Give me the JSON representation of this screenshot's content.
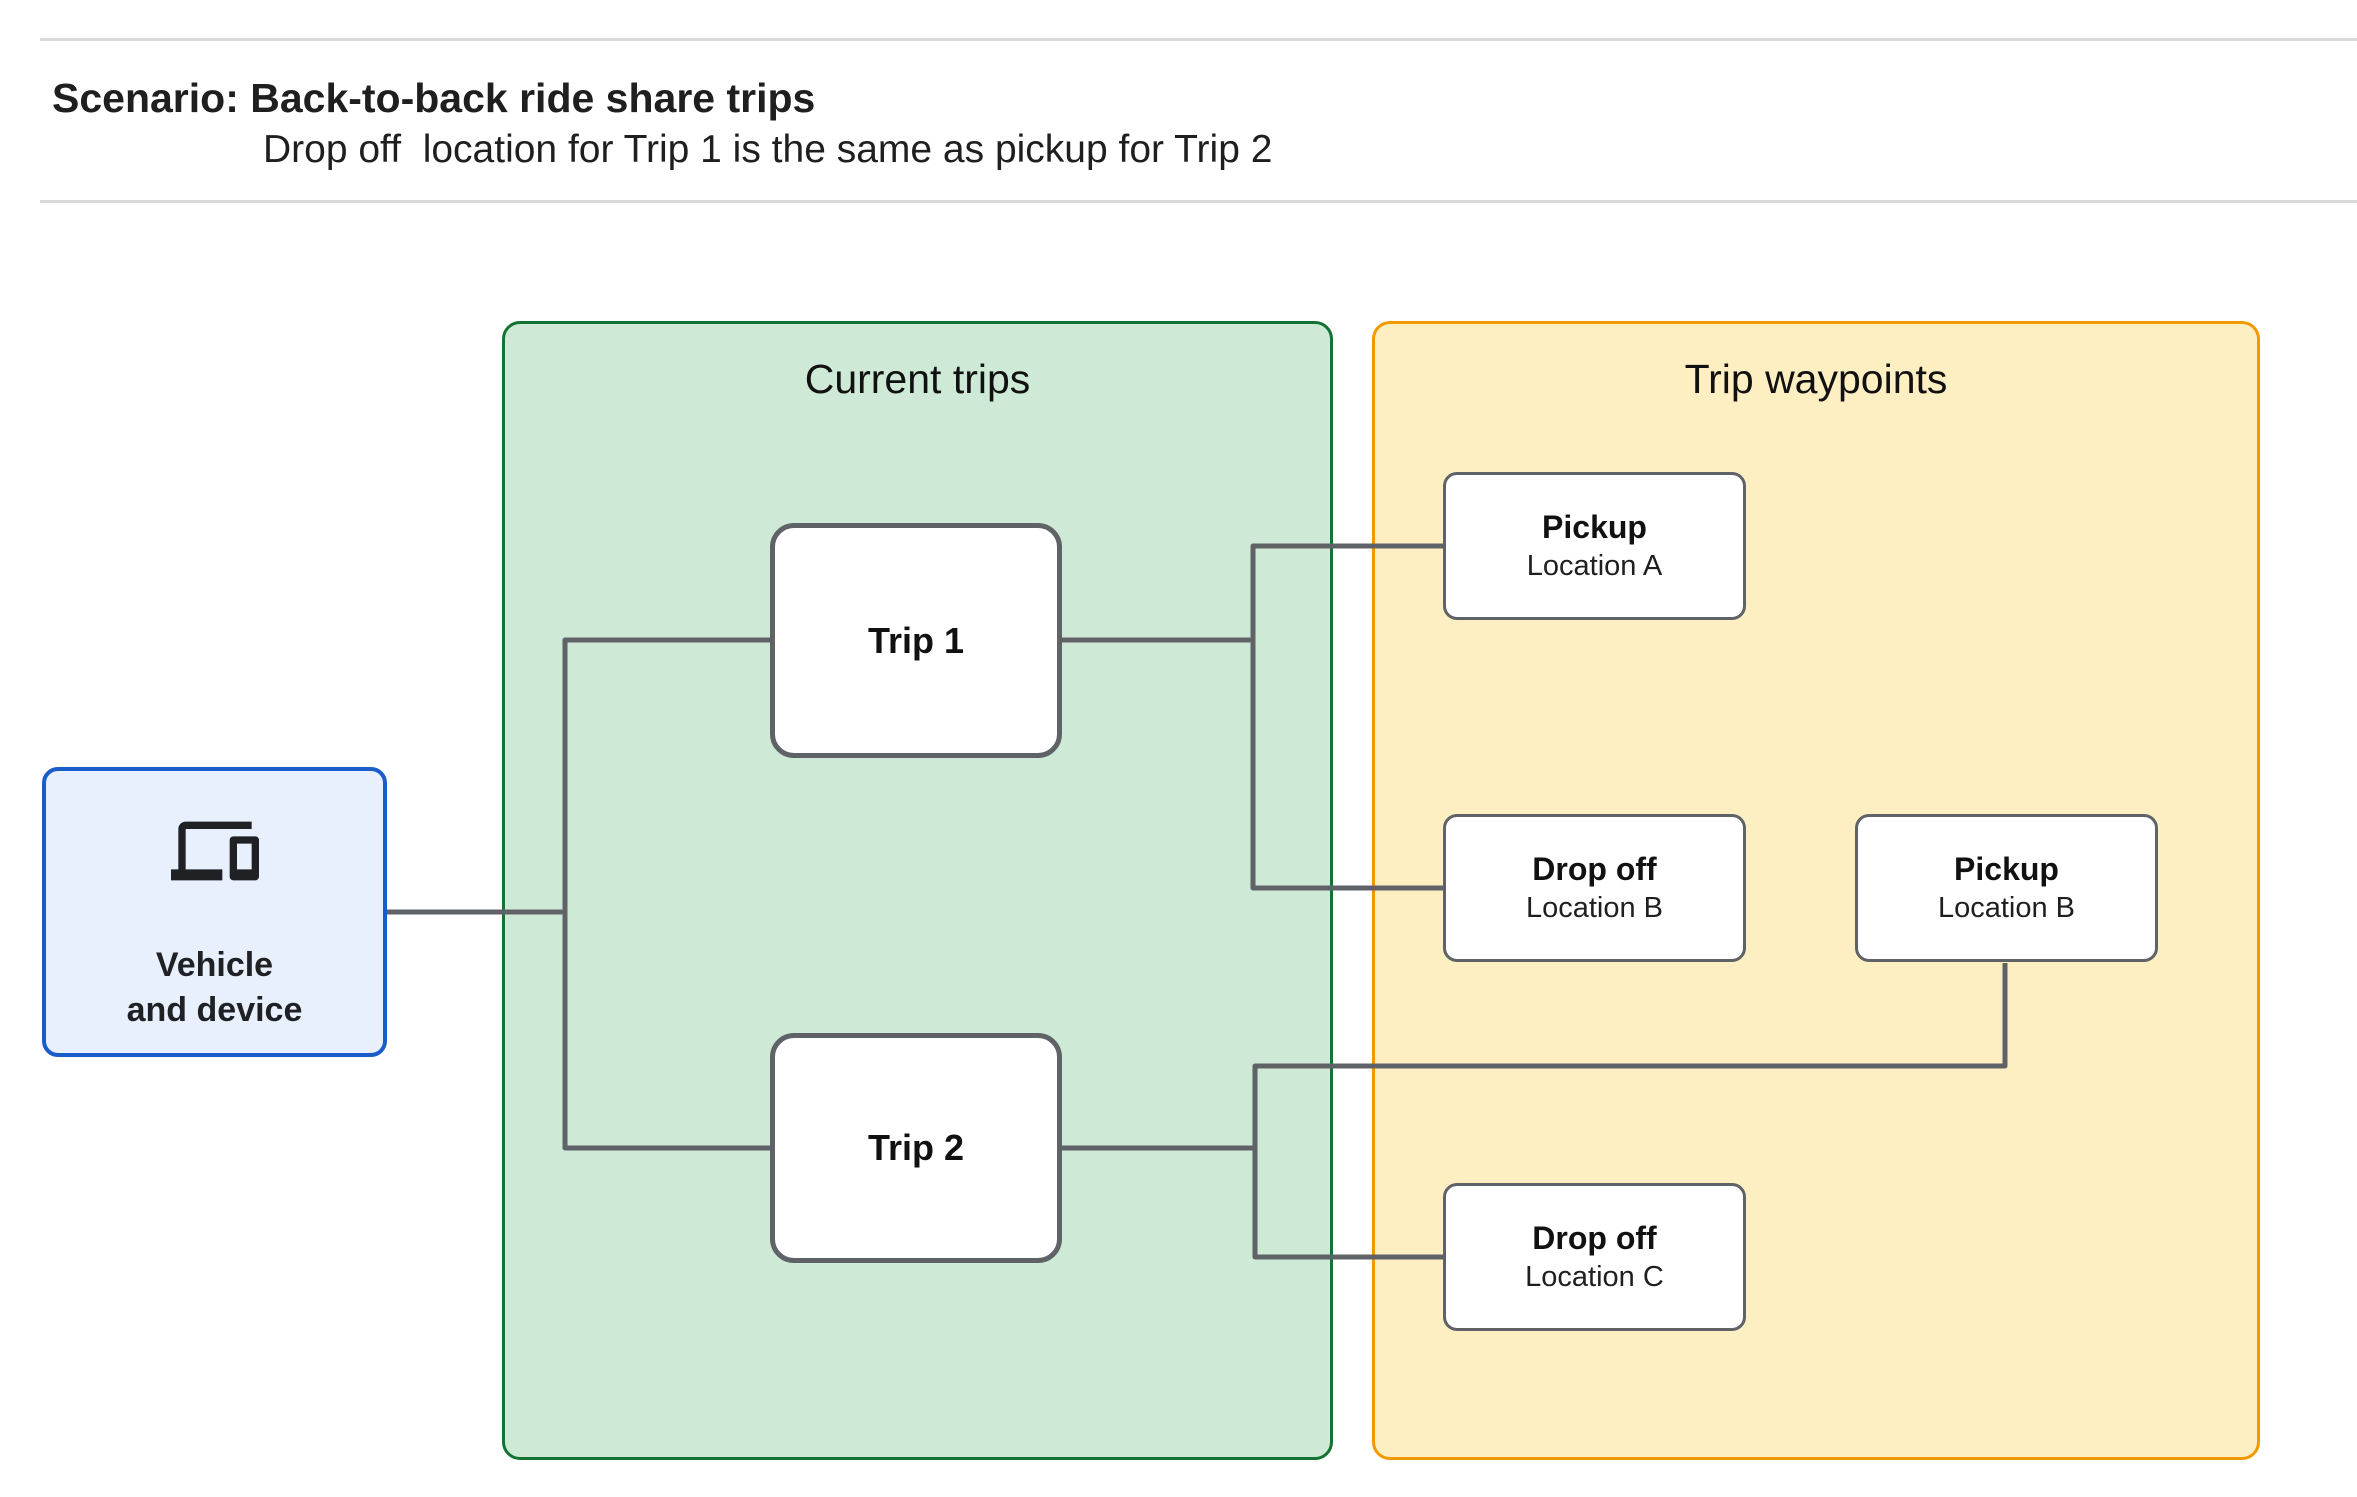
{
  "header": {
    "title": "Scenario: Back-to-back ride share trips",
    "subtitle": "Drop off  location for Trip 1 is the same as pickup for Trip 2"
  },
  "vehicle_node": {
    "line1": "Vehicle",
    "line2": "and device",
    "icon": "devices-icon"
  },
  "groups": {
    "current_trips": {
      "label": "Current trips"
    },
    "trip_waypoints": {
      "label": "Trip waypoints"
    }
  },
  "trips": [
    {
      "label": "Trip 1"
    },
    {
      "label": "Trip 2"
    }
  ],
  "waypoints": [
    {
      "type": "Pickup",
      "location": "Location A"
    },
    {
      "type": "Drop off",
      "location": "Location B"
    },
    {
      "type": "Pickup",
      "location": "Location B"
    },
    {
      "type": "Drop off",
      "location": "Location C"
    }
  ],
  "edges": [
    {
      "from": "vehicle-and-device",
      "to": "trip-1"
    },
    {
      "from": "vehicle-and-device",
      "to": "trip-2"
    },
    {
      "from": "trip-1",
      "to": "pickup-location-a"
    },
    {
      "from": "trip-1",
      "to": "dropoff-location-b"
    },
    {
      "from": "trip-2",
      "to": "pickup-location-b"
    },
    {
      "from": "trip-2",
      "to": "dropoff-location-c"
    }
  ],
  "colors": {
    "current_trips_fill": "#ceead6",
    "current_trips_border": "#137333",
    "trip_waypoints_fill": "#feefc3",
    "trip_waypoints_border": "#f29900",
    "vehicle_fill": "#e8f0fe",
    "vehicle_border": "#1a5dc8",
    "connector": "#5f6368",
    "node_border": "#5f6368",
    "rule": "#dadada",
    "text": "#1f1f1f"
  }
}
